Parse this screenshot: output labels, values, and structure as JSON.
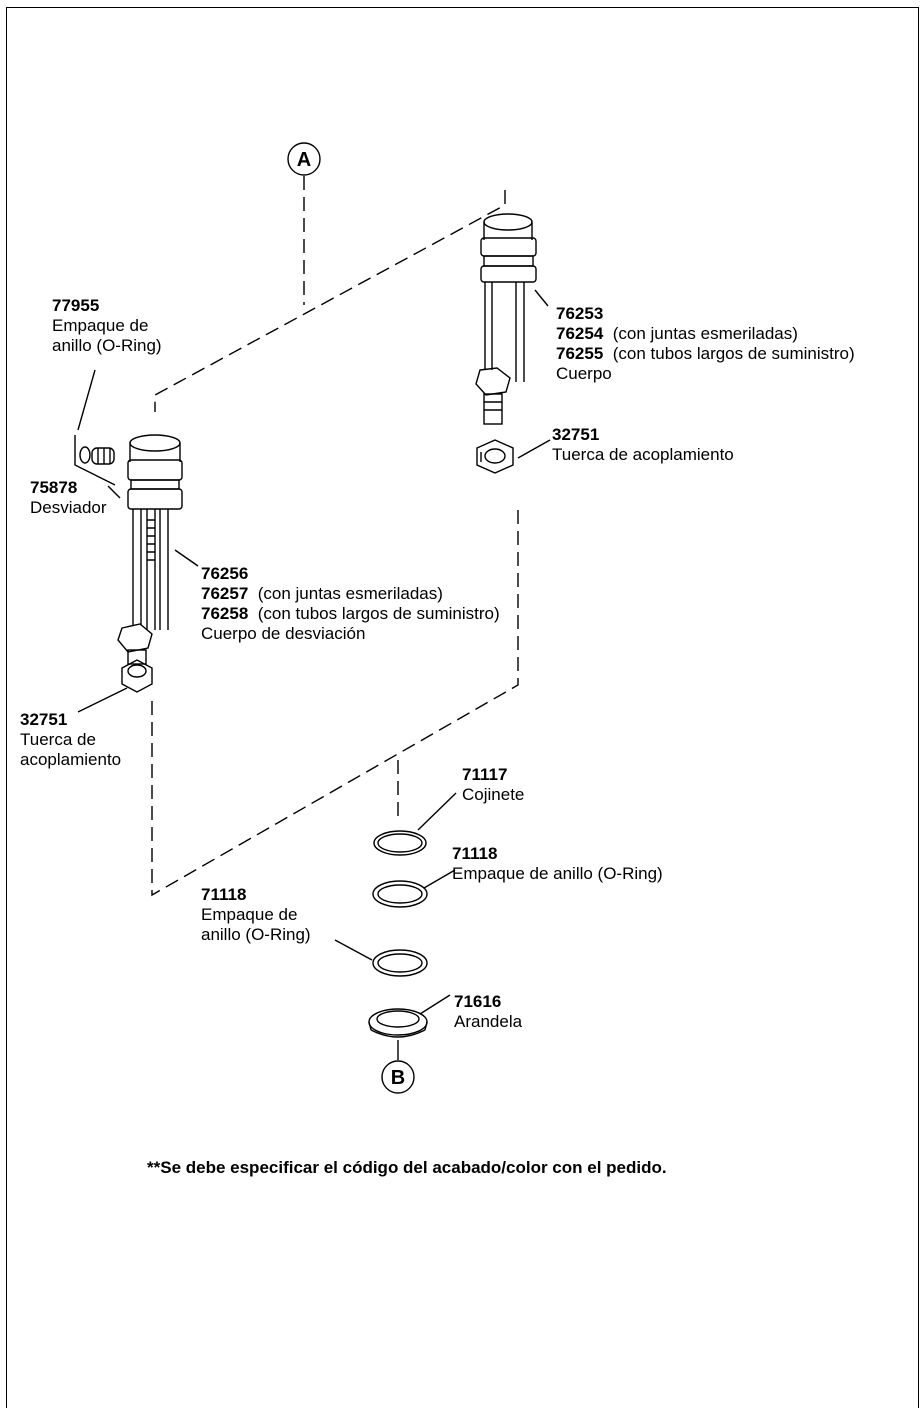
{
  "diagram": {
    "callout_a": "A",
    "callout_b": "B",
    "parts": [
      {
        "id": "p77955",
        "number": "77955",
        "lines": [
          "Empaque de",
          "anillo (O-Ring)"
        ]
      },
      {
        "id": "p75878",
        "number": "75878",
        "lines": [
          "Desviador"
        ]
      },
      {
        "id": "p76253",
        "number": "76253",
        "lines": []
      },
      {
        "id": "p76254",
        "number": "76254",
        "lines": [
          "(con juntas esmeriladas)"
        ]
      },
      {
        "id": "p76255",
        "number": "76255",
        "lines": [
          "(con tubos largos de suministro)",
          "Cuerpo"
        ]
      },
      {
        "id": "p32751a",
        "number": "32751",
        "lines": [
          "Tuerca de acoplamiento"
        ]
      },
      {
        "id": "p76256",
        "number": "76256",
        "lines": []
      },
      {
        "id": "p76257",
        "number": "76257",
        "lines": [
          "(con juntas esmeriladas)"
        ]
      },
      {
        "id": "p76258",
        "number": "76258",
        "lines": [
          "(con tubos largos de suministro)",
          "Cuerpo de desviación"
        ]
      },
      {
        "id": "p32751b",
        "number": "32751",
        "lines": [
          "Tuerca de",
          "acoplamiento"
        ]
      },
      {
        "id": "p71117",
        "number": "71117",
        "lines": [
          "Cojinete"
        ]
      },
      {
        "id": "p71118a",
        "number": "71118",
        "lines": [
          "Empaque de anillo (O-Ring)"
        ]
      },
      {
        "id": "p71118b",
        "number": "71118",
        "lines": [
          "Empaque de",
          "anillo (O-Ring)"
        ]
      },
      {
        "id": "p71616",
        "number": "71616",
        "lines": [
          "Arandela"
        ]
      }
    ],
    "footnote": "**Se debe especificar el código del acabado/color con el pedido."
  }
}
